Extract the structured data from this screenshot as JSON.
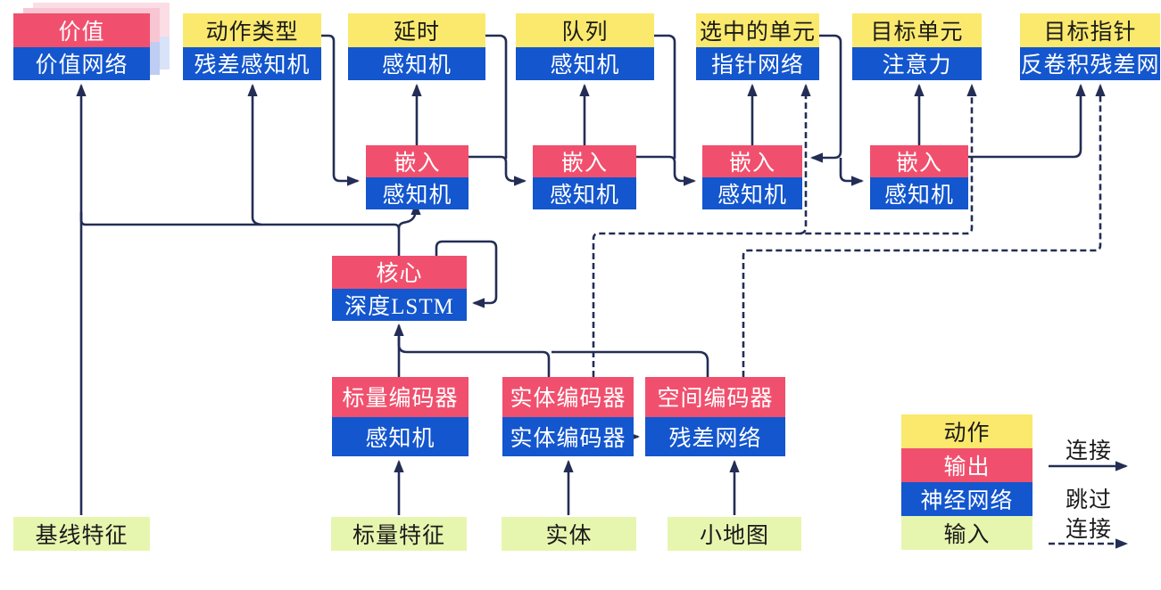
{
  "colors": {
    "action": "#FAE96D",
    "output": "#F0506E",
    "network": "#1356CE",
    "input": "#E7F6AF",
    "line": "#232D55",
    "text-dark": "#1a1a1a",
    "text-light": "#ffffff",
    "shadow-pink1": "#F8C6D2",
    "shadow-blue1": "#BECDF3",
    "shadow-pink2": "#FBDDE5",
    "shadow-blue2": "#D8E2F8",
    "bg": "#ffffff"
  },
  "heads": [
    {
      "top": "价值",
      "bottom": "价值网络"
    },
    {
      "top": "动作类型",
      "bottom": "残差感知机"
    },
    {
      "top": "延时",
      "bottom": "感知机"
    },
    {
      "top": "队列",
      "bottom": "感知机"
    },
    {
      "top": "选中的单元",
      "bottom": "指针网络"
    },
    {
      "top": "目标单元",
      "bottom": "注意力"
    },
    {
      "top": "目标指针",
      "bottom": "反卷积残差网"
    }
  ],
  "embeds": [
    {
      "top": "嵌入",
      "bottom": "感知机"
    },
    {
      "top": "嵌入",
      "bottom": "感知机"
    },
    {
      "top": "嵌入",
      "bottom": "感知机"
    },
    {
      "top": "嵌入",
      "bottom": "感知机"
    }
  ],
  "core": {
    "top": "核心",
    "bottom": "深度LSTM"
  },
  "encoders": [
    {
      "top": "标量编码器",
      "bottom": "感知机"
    },
    {
      "top": "实体编码器",
      "bottom": "实体编码器"
    },
    {
      "top": "空间编码器",
      "bottom": "残差网络"
    }
  ],
  "inputs": [
    {
      "label": "基线特征"
    },
    {
      "label": "标量特征"
    },
    {
      "label": "实体"
    },
    {
      "label": "小地图"
    }
  ],
  "legend": {
    "rows": [
      {
        "label": "动作",
        "type": "action"
      },
      {
        "label": "输出",
        "type": "output"
      },
      {
        "label": "神经网络",
        "type": "network"
      },
      {
        "label": "输入",
        "type": "input"
      }
    ],
    "solid_label": "连接",
    "dashed_label_line1": "跳过",
    "dashed_label_line2": "连接"
  }
}
